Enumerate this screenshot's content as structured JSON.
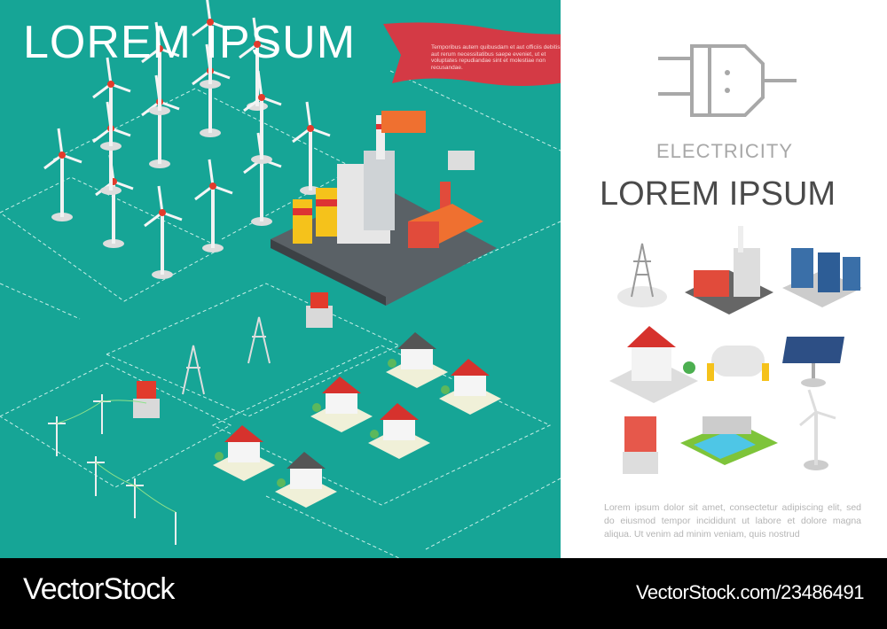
{
  "left_panel": {
    "title": "LOREM IPSUM",
    "ribbon_text": "Temporibus autem quibusdam et aut officiis debitis aut rerum necessitatibus saepe eveniet, ut et voluptates repudiandae sint et molestiae non recusandae.",
    "colors": {
      "background": "#16a596",
      "ribbon": "#d43a45"
    }
  },
  "right_panel": {
    "plug_icon": "electric-plug-icon",
    "electricity_label": "ELECTRICITY",
    "title": "LOREM IPSUM",
    "icons": [
      "transmission-tower-icon",
      "power-plant-icon",
      "data-center-icon",
      "house-icon",
      "gas-tank-icon",
      "solar-panel-icon",
      "transformer-icon",
      "hydro-dam-icon",
      "wind-turbine-icon"
    ],
    "paragraph": "Lorem ipsum dolor sit amet, consectetur adipiscing elit, sed do eiusmod tempor incididunt ut labore et dolore magna aliqua. Ut venim ad minim veniam, quis nostrud"
  },
  "footer": {
    "brand": "VectorStock",
    "brand_mark": "®",
    "image_id": "VectorStock.com/23486491"
  }
}
